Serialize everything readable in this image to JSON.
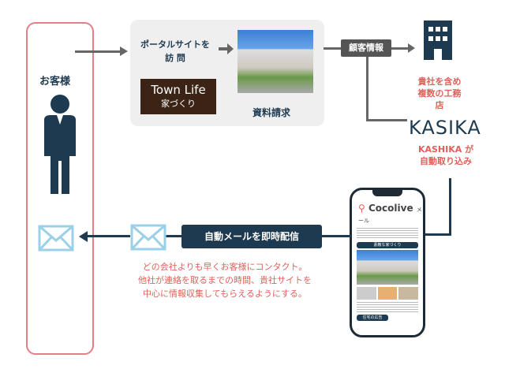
{
  "customer": {
    "label": "お客様"
  },
  "portal": {
    "visit_line1": "ポータルサイトを",
    "visit_line2": "訪 問",
    "townlife_line1": "Town Life",
    "townlife_line2": "家づくり",
    "request": "資料請求"
  },
  "customer_info": "顧客情報",
  "builders": {
    "line1": "貴社を含め",
    "line2": "複数の工務店"
  },
  "kasika": {
    "logo": "KASIKA",
    "line1": "KASHIKA が",
    "line2": "自動取り込み"
  },
  "phone": {
    "brand": "Cocolive",
    "brand_suffix": "メール",
    "banner1": "素敵な家づくり",
    "banner2": "住宅の広告"
  },
  "auto_mail": "自動メールを即時配信",
  "description": [
    "どの会社よりも早くお客様にコンタクト。",
    "他社が連絡を取るまでの時間、貴社サイトを",
    "中心に情報収集してもらえるようにする。"
  ],
  "colors": {
    "navy": "#1e3a50",
    "pink": "#e0605a",
    "border": "#e57d85",
    "mail": "#9ad0e8"
  }
}
